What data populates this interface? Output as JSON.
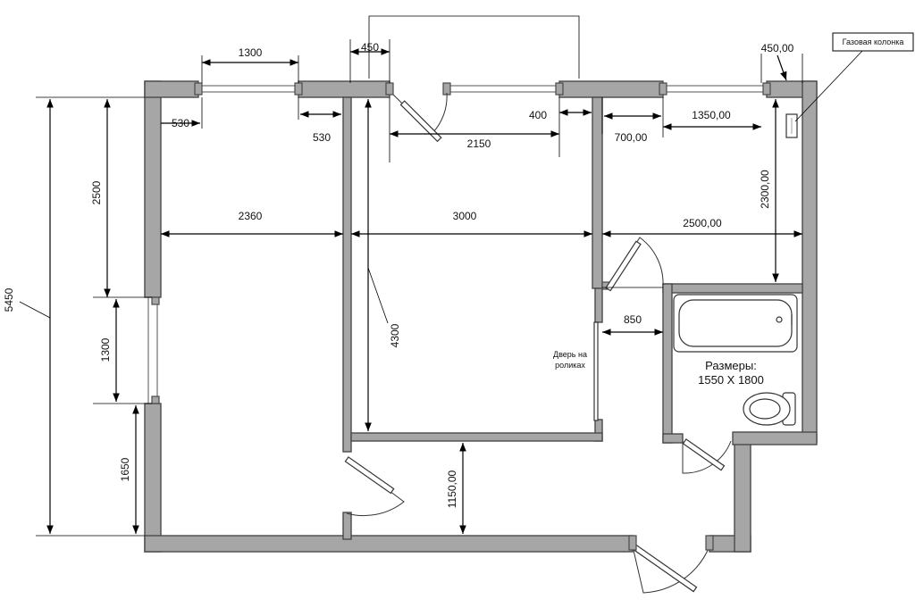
{
  "dimensions": {
    "top_window_left": "1300",
    "balcony_door_offset": "450",
    "gas_offset": "450,00",
    "left_pier": "530",
    "mid_pier": "530",
    "door_to_wall": "400",
    "room2_window": "2150",
    "right_pier": "700,00",
    "right_window": "1350,00",
    "right_room_depth": "2300,00",
    "left_upper": "2500",
    "left_window": "1300",
    "left_lower": "1650",
    "total_height": "5450",
    "room1_width": "2360",
    "room2_width": "3000",
    "room3_width": "2500,00",
    "room2_depth": "4300",
    "corridor_width": "850",
    "hall_depth": "1150,00"
  },
  "labels": {
    "gas_heater": "Газовая колонка",
    "sliding_door_line1": "Дверь на",
    "sliding_door_line2": "роликах",
    "bathroom_line1": "Размеры:",
    "bathroom_line2": "1550 Х 1800"
  }
}
